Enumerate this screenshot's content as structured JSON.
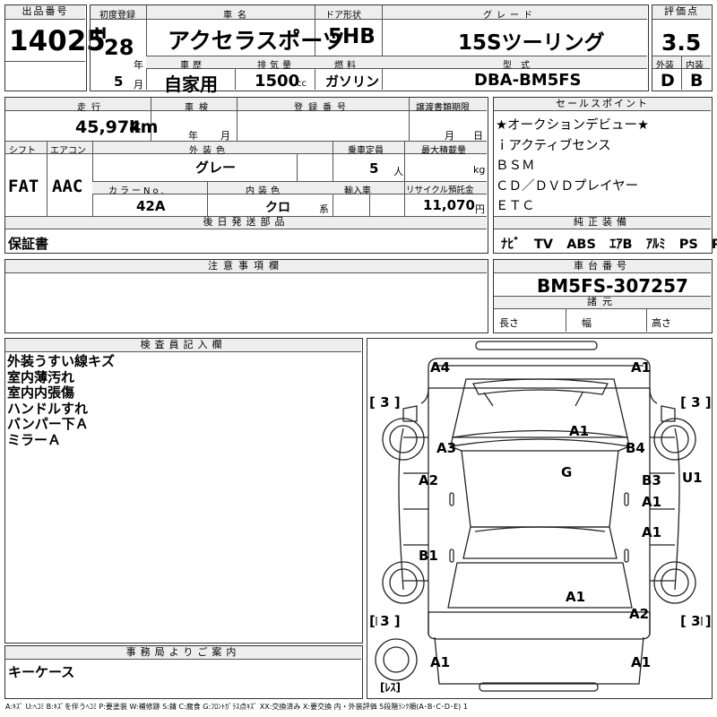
{
  "header_labels": {
    "lot_no": "出品番号",
    "first_reg": "初度登録",
    "car_name": "車名",
    "door": "ドア形状",
    "grade": "グレード",
    "score": "評価点",
    "history": "車歴",
    "displacement": "排気量",
    "fuel": "燃料",
    "model": "型式",
    "exterior": "外装",
    "interior": "内装"
  },
  "top": {
    "lot_no": "14025",
    "era_mark": "H",
    "year": "28",
    "year_unit": "年",
    "month": "5",
    "month_unit": "月",
    "car_name": "アクセラスポーツ",
    "door": "5HB",
    "grade": "15Sツーリング",
    "score": "3.5",
    "history": "自家用",
    "displacement": "1500",
    "displacement_unit": "cc",
    "fuel": "ガソリン",
    "model": "DBA-BM5FS",
    "exterior_grade": "D",
    "interior_grade": "B"
  },
  "mid_labels": {
    "mileage": "走行",
    "inspection": "車検",
    "reg_no": "登録番号",
    "transfer": "譲渡書類期限",
    "shift": "シフト",
    "aircon": "エアコン",
    "ext_color": "外装色",
    "capacity": "乗車定員",
    "max_load": "最大積載量",
    "color_no": "カラーNo.",
    "int_color": "内装色",
    "import": "輸入車",
    "recycle": "リサイクル預託金",
    "deferred": "後日発送部品",
    "sales_points": "セールスポイント",
    "equipment": "純正装備",
    "notes": "注意事項欄",
    "chassis": "車台番号",
    "specs": "諸元",
    "length": "長さ",
    "width": "幅",
    "height": "高さ",
    "inspector": "検査員記入欄",
    "office": "事務局よりご案内"
  },
  "mid": {
    "mileage": "45,974",
    "mileage_unit": "km",
    "insp_year": "年",
    "insp_month": "月",
    "trans_month": "月",
    "trans_day": "日",
    "shift": "FAT",
    "aircon": "AAC",
    "ext_color": "グレー",
    "capacity": "5",
    "capacity_unit": "人",
    "load_unit": "kg",
    "color_no": "42A",
    "int_color": "クロ",
    "int_color_unit": "系",
    "recycle": "11,070",
    "recycle_unit": "円",
    "deferred": "保証書",
    "chassis": "BM5FS-307257",
    "office": "キーケース"
  },
  "sales_points": [
    "★オークションデビュー★",
    "ｉアクティブセンス",
    "ＢＳＭ",
    "ＣＤ／ＤＶＤプレイヤー",
    "ＥＴＣ"
  ],
  "equipment": [
    "ﾅﾋﾞ",
    "TV",
    "ABS",
    "ｴｱB",
    "ｱﾙﾐ",
    "PS",
    "PW"
  ],
  "inspector_notes": [
    "外装うすい線キズ",
    "室内薄汚れ",
    "室内内張傷",
    "ハンドルすれ",
    "バンパー下Ａ",
    "ミラーＡ"
  ],
  "diagram": {
    "marks": {
      "a4": "A4",
      "a1_fr": "A1",
      "a3": "A3",
      "a1_hood": "A1",
      "b4": "B4",
      "g": "G",
      "a2_l": "A2",
      "b3": "B3",
      "u1": "U1",
      "a1_rd": "A1",
      "a1_rr": "A1",
      "b1": "B1",
      "a1_trunk": "A1",
      "a2_r": "A2",
      "a1_bl": "A1",
      "a1_br": "A1"
    },
    "tire_fl": "[ 3 ]",
    "tire_fr": "[ 3 ]",
    "tire_rl": "[ 3 ]",
    "tire_rr": "[ 3 ]",
    "spare": "[ﾚｽ]"
  },
  "legend": "A:ｷｽﾞ U:ﾍｺﾐ B:ｷｽﾞを伴うﾍｺﾐ P:要塗装 W:補修跡 S:錆 C:腐食 G:ﾌﾛﾝﾄｶﾞﾗｽ点ｷｽﾞ XX:交換済み X:要交換 内・外装評価 5段階ﾗﾝｸ順(A･B･C･D･E) 1"
}
